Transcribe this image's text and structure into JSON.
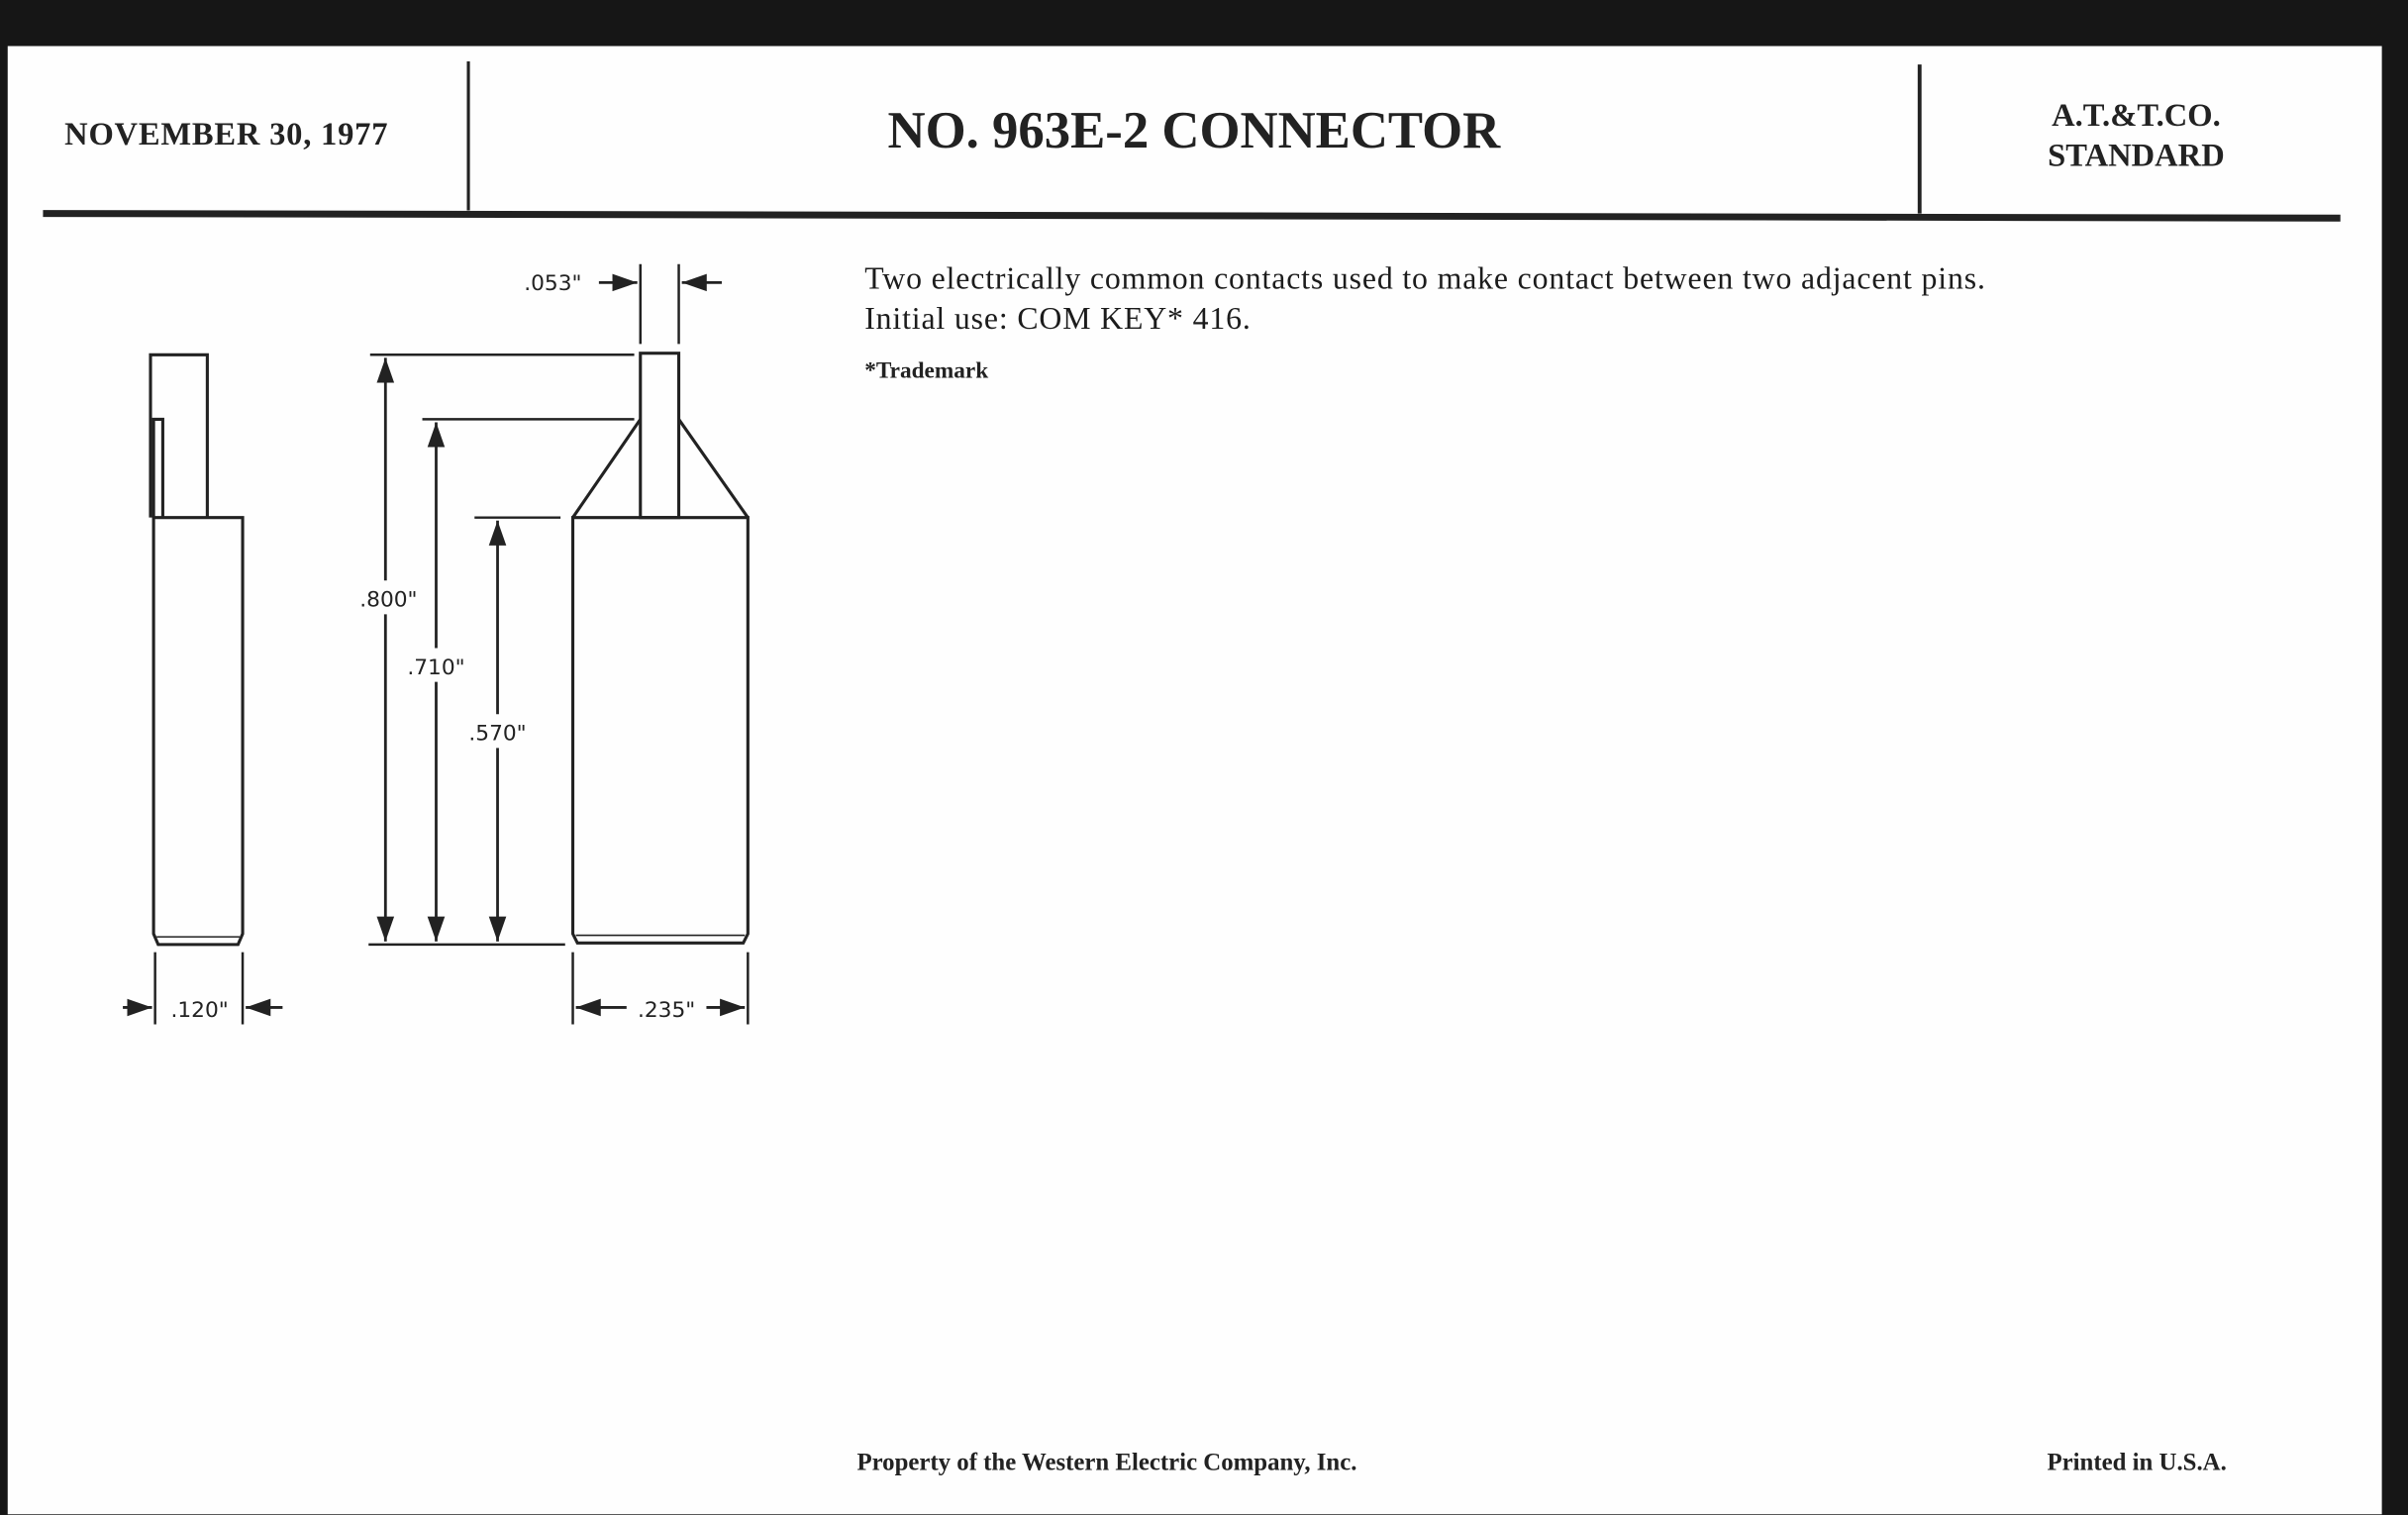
{
  "header": {
    "date": "NOVEMBER 30, 1977",
    "title": "NO. 963E-2 CONNECTOR",
    "standard_line1": "A.T.&T.CO.",
    "standard_line2": "STANDARD"
  },
  "description": {
    "line1": "Two electrically common contacts used to make contact between two adjacent pins.",
    "line2": "Initial use:  COM KEY* 416.",
    "footnote": "*Trademark"
  },
  "drawing": {
    "dim_pin_width": ".053\"",
    "dim_overall_height": ".800\"",
    "dim_shoulder_height": ".710\"",
    "dim_body_height": ".570\"",
    "dim_side_width": ".120\"",
    "dim_body_width": ".235\""
  },
  "footer": {
    "property": "Property of the Western Electric Company, Inc.",
    "printed": "Printed in U.S.A."
  }
}
